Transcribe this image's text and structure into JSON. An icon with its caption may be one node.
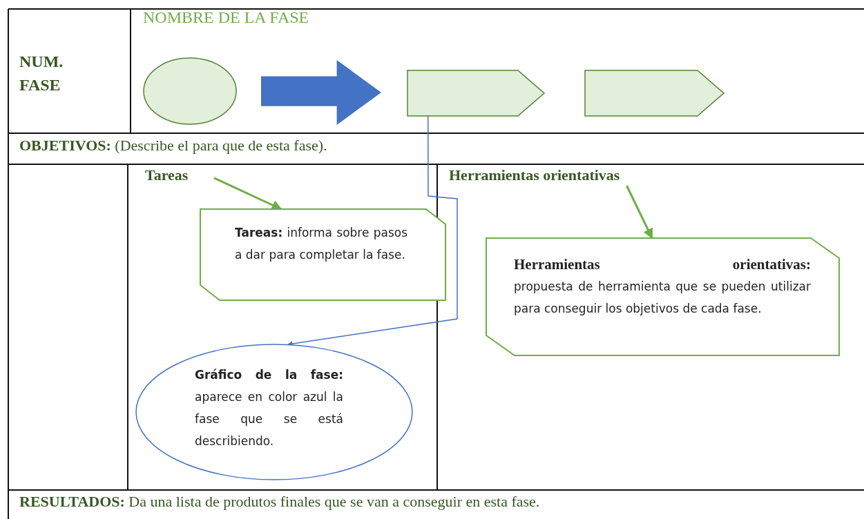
{
  "diagram": {
    "nodes": [
      {
        "text": [],
        "shape": "circle"
      },
      {
        "text": [],
        "shape": "arrow"
      },
      {
        "text": [],
        "shape": "pentagon"
      },
      {
        "text": [],
        "shape": "pentagon"
      },
      {
        "text": [
          "Tareas"
        ]
      },
      {
        "text": [
          "**Tareas:** informa sobre pasos a dar para completar la fase."
        ]
      },
      {
        "text": [
          "**Gráfico de la fase:** aparece en color azul la fase que se está describiendo."
        ]
      },
      {
        "text": [
          "Herramientas orientativas"
        ]
      },
      {
        "text": [
          "**Herramientas orientativas:** propuesta de herramienta que se pueden utilizar para conseguir los objetivos de cada fase."
        ]
      }
    ],
    "edges": [
      {
        "from": 4,
        "to": 5,
        "arrow": "to"
      },
      {
        "from": 2,
        "to": 6,
        "arrow": "to",
        "color": "#4472c4"
      },
      {
        "from": 7,
        "to": 8,
        "arrow": "to"
      }
    ],
    "labels": [
      "NUM. FASE",
      "NOMBRE DE LA FASE",
      "**OBJETIVOS:** (Describe el para que de esta fase).",
      "**RESULTADOS:** Da una lista de produtos finales que se van a conseguir en esta fase."
    ]
  }
}
